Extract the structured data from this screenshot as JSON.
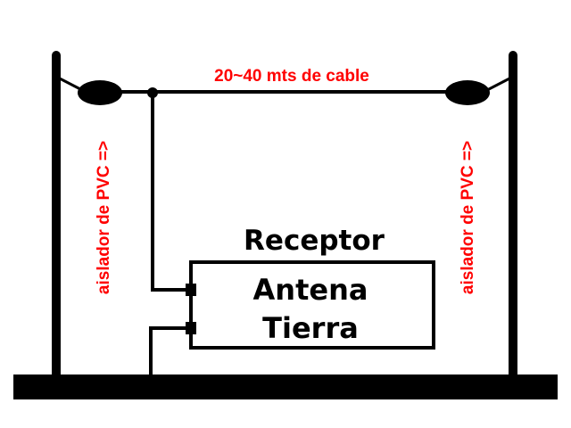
{
  "labels": {
    "cable_length": "20~40 mts de cable",
    "insulator_left": "aislador de PVC =>",
    "insulator_right": "aislador de PVC =>",
    "receiver_title": "Receptor",
    "terminal_antenna": "Antena",
    "terminal_ground": "Tierra"
  },
  "colors": {
    "line": "#000000",
    "label_red": "#ff0000",
    "background": "#ffffff"
  }
}
